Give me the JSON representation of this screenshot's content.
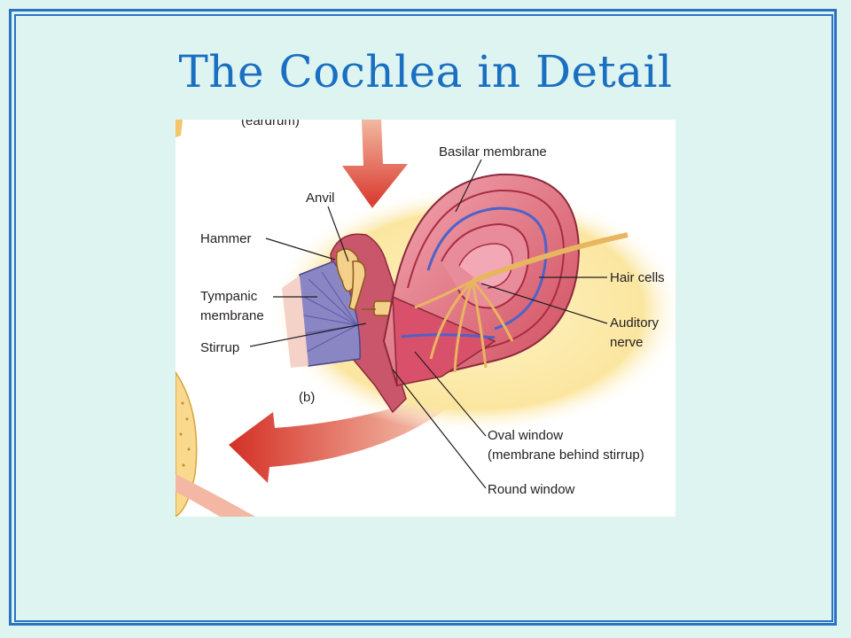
{
  "slide": {
    "title": "The Cochlea in Detail",
    "colors": {
      "background": "#def4f0",
      "border": "#2a73c4",
      "title": "#1a6fc2"
    }
  },
  "figure": {
    "partial_top_label": "(eardrum)",
    "panel_label": "(b)",
    "labels": {
      "basilar_membrane": "Basilar membrane",
      "anvil": "Anvil",
      "hammer": "Hammer",
      "tympanic_line1": "Tympanic",
      "tympanic_line2": "membrane",
      "stirrup": "Stirrup",
      "hair_cells": "Hair cells",
      "auditory_line1": "Auditory",
      "auditory_line2": "nerve",
      "oval_window_line1": "Oval window",
      "oval_window_line2": "(membrane behind stirrup)",
      "round_window": "Round window"
    }
  }
}
